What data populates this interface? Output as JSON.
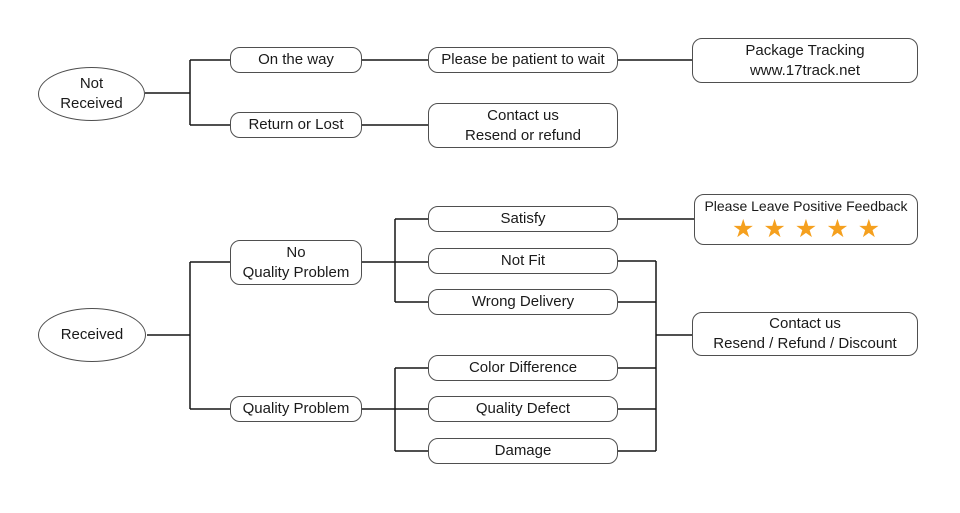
{
  "diagram": {
    "type": "flowchart",
    "colors": {
      "background": "#ffffff",
      "line": "#161616",
      "node_border": "#4f4f4f",
      "text": "#1a1a1a",
      "star": "#F5A01E"
    },
    "nodes": {
      "not_received": {
        "label": "Not\nReceived",
        "shape": "ellipse"
      },
      "on_the_way": {
        "label": "On the way",
        "shape": "rounded-rect"
      },
      "return_or_lost": {
        "label": "Return or Lost",
        "shape": "rounded-rect"
      },
      "be_patient": {
        "label": "Please be patient to wait",
        "shape": "rounded-rect"
      },
      "package_tracking": {
        "label": "Package Tracking\nwww.17track.net",
        "shape": "rounded-rect"
      },
      "contact_resend_refund": {
        "label": "Contact us\nResend or refund",
        "shape": "rounded-rect"
      },
      "received": {
        "label": "Received",
        "shape": "ellipse"
      },
      "no_quality_problem": {
        "label": "No\nQuality Problem",
        "shape": "rounded-rect"
      },
      "quality_problem": {
        "label": "Quality Problem",
        "shape": "rounded-rect"
      },
      "satisfy": {
        "label": "Satisfy",
        "shape": "rounded-rect"
      },
      "not_fit": {
        "label": "Not Fit",
        "shape": "rounded-rect"
      },
      "wrong_delivery": {
        "label": "Wrong Delivery",
        "shape": "rounded-rect"
      },
      "positive_feedback": {
        "label": "Please Leave Positive Feedback",
        "stars": "★★★★★",
        "star_count": 5,
        "shape": "rounded-rect"
      },
      "contact_resend_refund_discount": {
        "label": "Contact us\nResend / Refund / Discount",
        "shape": "rounded-rect"
      },
      "color_difference": {
        "label": "Color Difference",
        "shape": "rounded-rect"
      },
      "quality_defect": {
        "label": "Quality Defect",
        "shape": "rounded-rect"
      },
      "damage": {
        "label": "Damage",
        "shape": "rounded-rect"
      }
    },
    "edges": [
      [
        "not_received",
        "on_the_way"
      ],
      [
        "not_received",
        "return_or_lost"
      ],
      [
        "on_the_way",
        "be_patient"
      ],
      [
        "be_patient",
        "package_tracking"
      ],
      [
        "return_or_lost",
        "contact_resend_refund"
      ],
      [
        "received",
        "no_quality_problem"
      ],
      [
        "received",
        "quality_problem"
      ],
      [
        "no_quality_problem",
        "satisfy"
      ],
      [
        "no_quality_problem",
        "not_fit"
      ],
      [
        "no_quality_problem",
        "wrong_delivery"
      ],
      [
        "quality_problem",
        "color_difference"
      ],
      [
        "quality_problem",
        "quality_defect"
      ],
      [
        "quality_problem",
        "damage"
      ],
      [
        "satisfy",
        "positive_feedback"
      ],
      [
        "not_fit",
        "contact_resend_refund_discount"
      ],
      [
        "wrong_delivery",
        "contact_resend_refund_discount"
      ],
      [
        "color_difference",
        "contact_resend_refund_discount"
      ],
      [
        "quality_defect",
        "contact_resend_refund_discount"
      ],
      [
        "damage",
        "contact_resend_refund_discount"
      ]
    ]
  }
}
